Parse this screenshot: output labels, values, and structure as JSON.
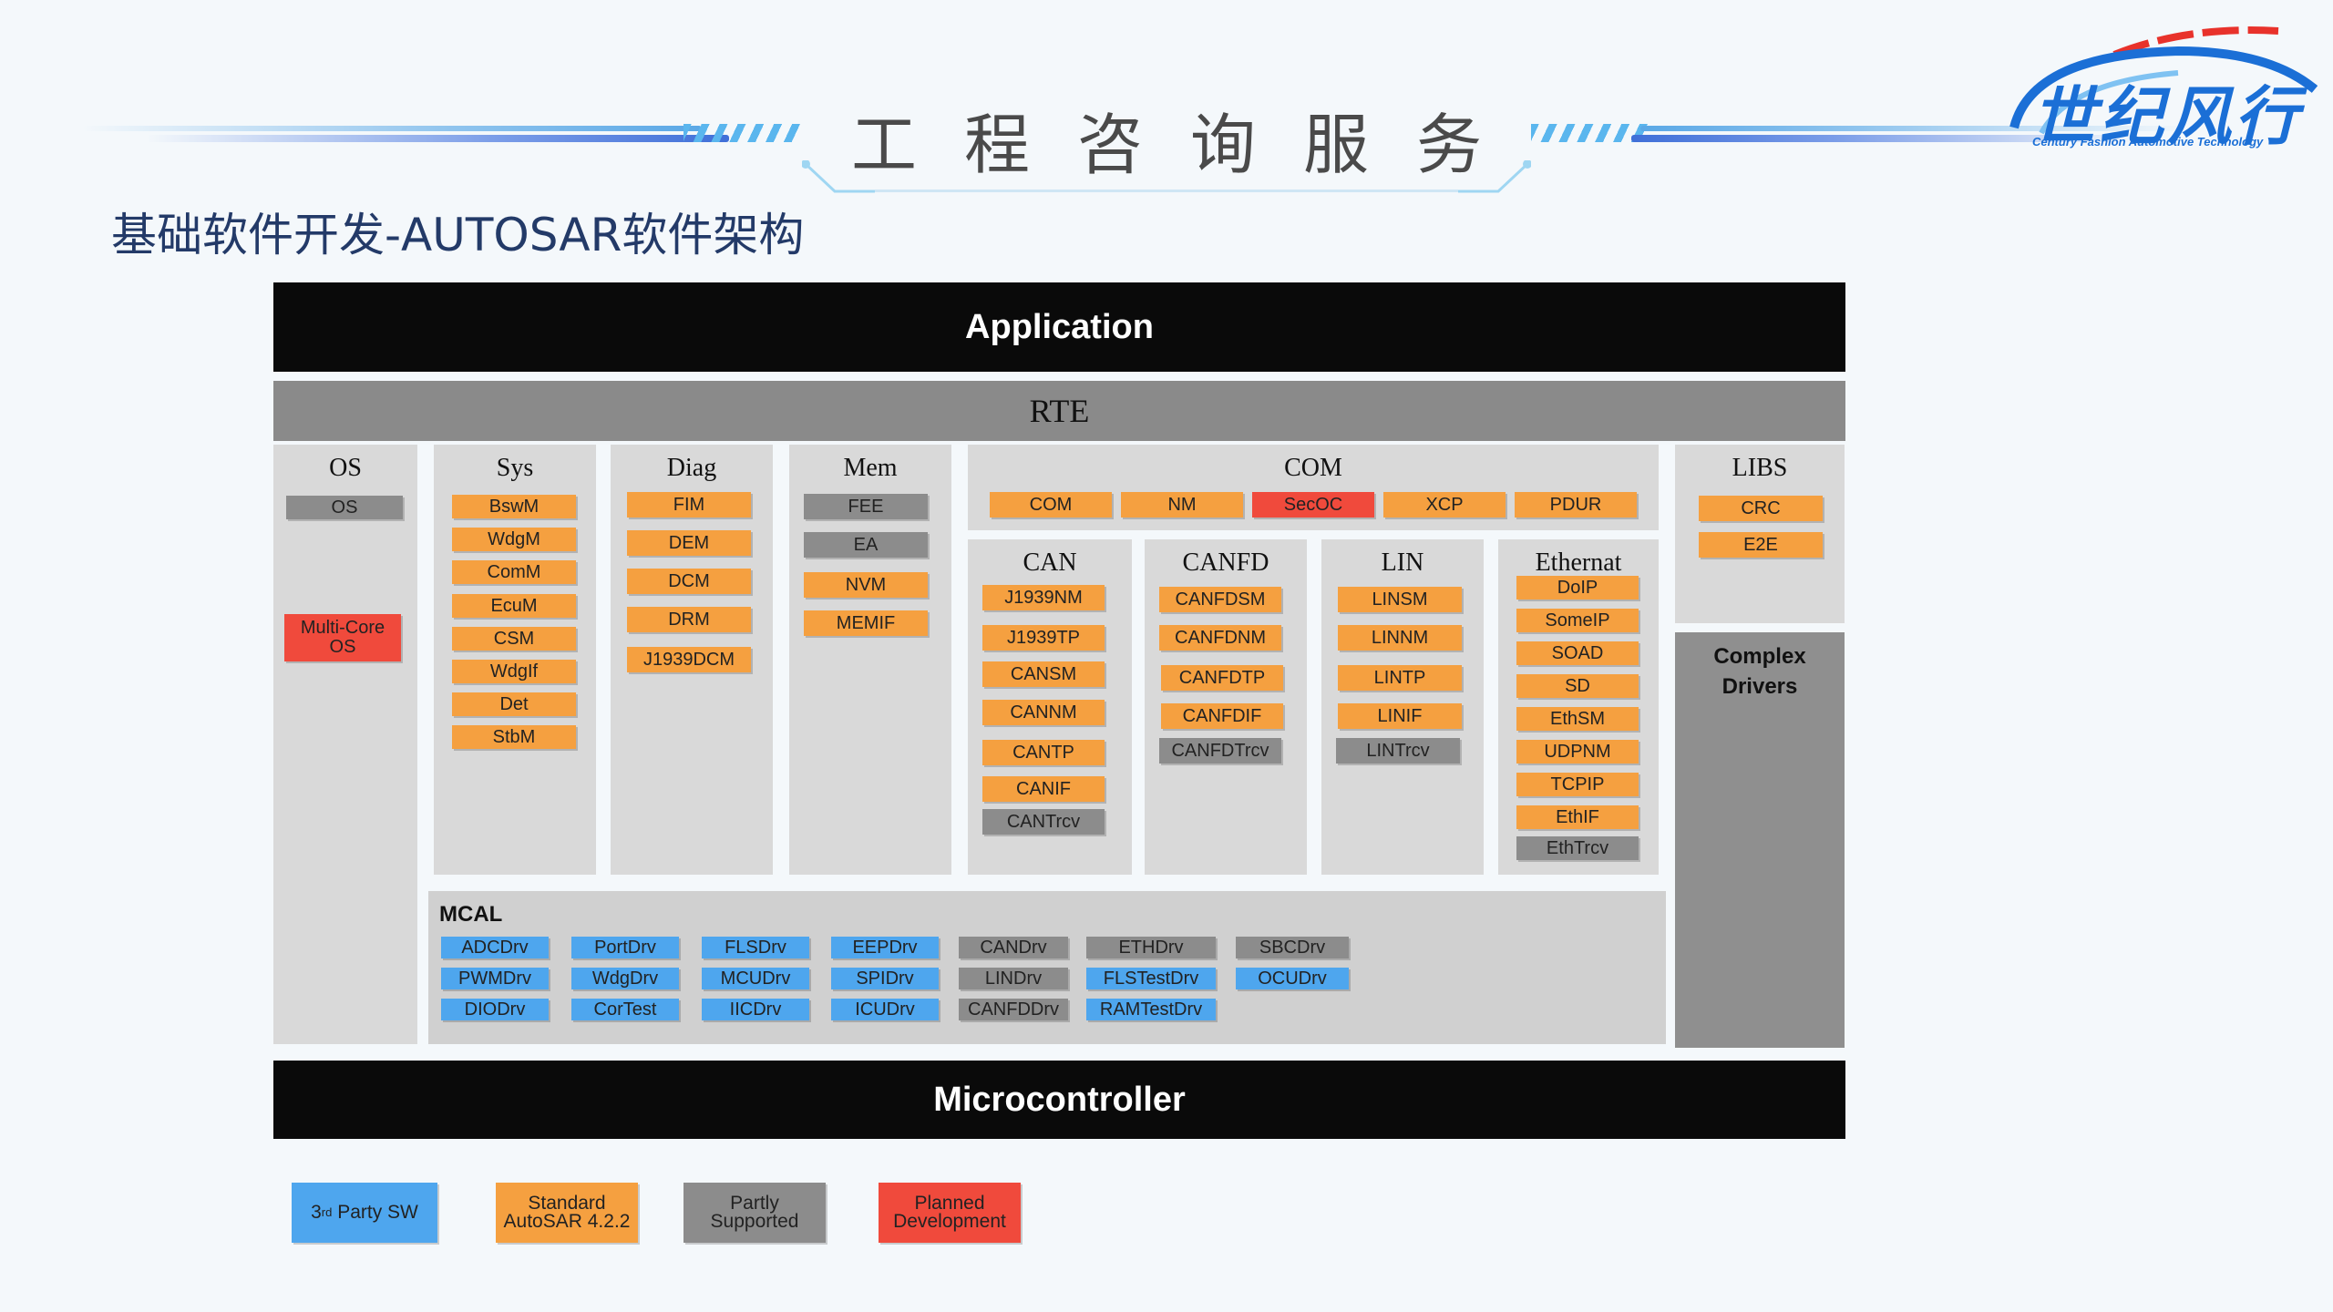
{
  "header": {
    "title": "工程咨询服务",
    "subtitle": "基础软件开发-AUTOSAR软件架构",
    "logo_text": "世纪风行",
    "logo_sub": "Century Fashion Automotive Technology"
  },
  "diagram": {
    "application": "Application",
    "rte": "RTE",
    "microcontroller": "Microcontroller",
    "os": {
      "title": "OS",
      "items": [
        "OS",
        "Multi-Core OS"
      ]
    },
    "sys": {
      "title": "Sys",
      "items": [
        "BswM",
        "WdgM",
        "ComM",
        "EcuM",
        "CSM",
        "WdgIf",
        "Det",
        "StbM"
      ]
    },
    "diag": {
      "title": "Diag",
      "items": [
        "FIM",
        "DEM",
        "DCM",
        "DRM",
        "J1939DCM"
      ]
    },
    "mem": {
      "title": "Mem",
      "items": [
        "FEE",
        "EA",
        "NVM",
        "MEMIF"
      ]
    },
    "com": {
      "title": "COM",
      "items": [
        "COM",
        "NM",
        "SecOC",
        "XCP",
        "PDUR"
      ]
    },
    "can": {
      "title": "CAN",
      "items": [
        "J1939NM",
        "J1939TP",
        "CANSM",
        "CANNM",
        "CANTP",
        "CANIF",
        "CANTrcv"
      ]
    },
    "canfd": {
      "title": "CANFD",
      "items": [
        "CANFDSM",
        "CANFDNM",
        "CANFDTP",
        "CANFDIF",
        "CANFDTrcv"
      ]
    },
    "lin": {
      "title": "LIN",
      "items": [
        "LINSM",
        "LINNM",
        "LINTP",
        "LINIF",
        "LINTrcv"
      ]
    },
    "ethernet": {
      "title": "Ethernat",
      "items": [
        "DoIP",
        "SomeIP",
        "SOAD",
        "SD",
        "EthSM",
        "UDPNM",
        "TCPIP",
        "EthIF",
        "EthTrcv"
      ]
    },
    "libs": {
      "title": "LIBS",
      "items": [
        "CRC",
        "E2E"
      ]
    },
    "complex": {
      "line1": "Complex",
      "line2": "Drivers"
    },
    "mcal": {
      "title": "MCAL",
      "items": [
        "ADCDrv",
        "PWMDrv",
        "DIODrv",
        "PortDrv",
        "WdgDrv",
        "CorTest",
        "FLSDrv",
        "MCUDrv",
        "IICDrv",
        "EEPDrv",
        "SPIDrv",
        "ICUDrv",
        "CANDrv",
        "LINDrv",
        "CANFDDrv",
        "ETHDrv",
        "FLSTestDrv",
        "RAMTestDrv",
        "SBCDrv",
        "OCUDrv"
      ]
    }
  },
  "legend": {
    "third_party_pre": "3",
    "third_party_sup": "rd",
    "third_party_post": " Party SW",
    "standard_line1": "Standard",
    "standard_line2": "AutoSAR 4.2.2",
    "partly_line1": "Partly",
    "partly_line2": "Supported",
    "planned_line1": "Planned",
    "planned_line2": "Development"
  },
  "colors": {
    "standard": "#f5a040",
    "partly": "#8c8c8c",
    "planned": "#f04a3c",
    "third_party": "#4ea6ee",
    "title_text": "#233a68",
    "logo": "#1b6fd6"
  }
}
